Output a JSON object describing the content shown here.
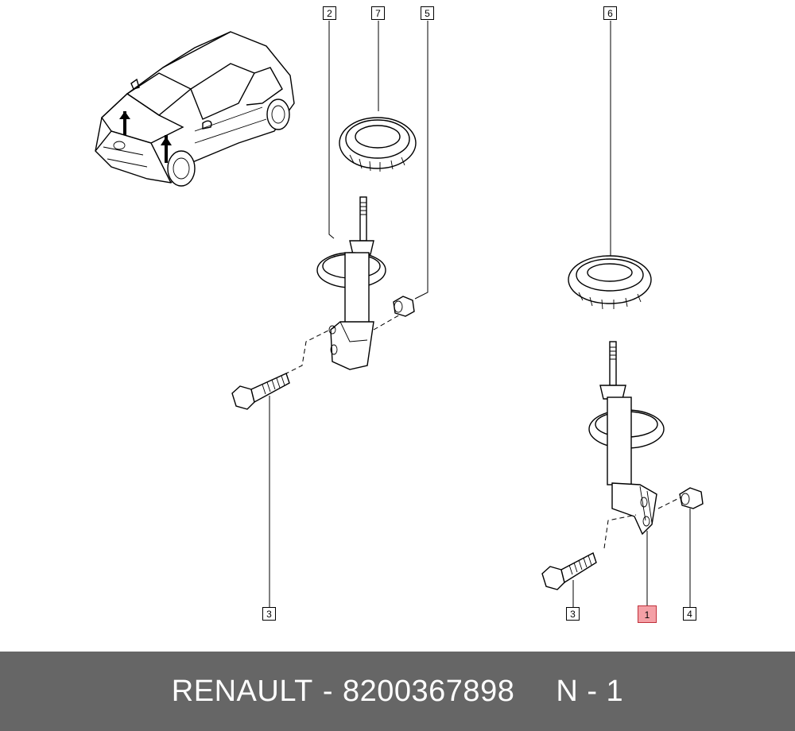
{
  "callouts": [
    {
      "id": "callout-2",
      "label": "2"
    },
    {
      "id": "callout-7",
      "label": "7"
    },
    {
      "id": "callout-5",
      "label": "5"
    },
    {
      "id": "callout-6",
      "label": "6"
    },
    {
      "id": "callout-3-left",
      "label": "3"
    },
    {
      "id": "callout-3-right",
      "label": "3"
    },
    {
      "id": "callout-1",
      "label": "1",
      "highlight": true
    },
    {
      "id": "callout-4",
      "label": "4"
    }
  ],
  "highlight_color": "#f4a0a6",
  "footer": {
    "brand": "RENAULT",
    "dash": "-",
    "part_number": "8200367898",
    "position_code": "N - 1"
  },
  "footer_background": "#666666"
}
